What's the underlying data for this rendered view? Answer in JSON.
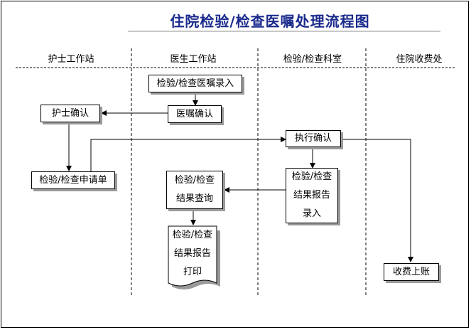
{
  "title": "住院检验/检查医嘱处理流程图",
  "lanes": [
    "护士工作站",
    "医生工作站",
    "检验/检查科室",
    "住院收费处"
  ],
  "nodes": {
    "order_entry": [
      "检验/检查医嘱录入"
    ],
    "order_confirm": [
      "医嘱确认"
    ],
    "nurse_confirm": [
      "护士确认"
    ],
    "application_form": [
      "检验/检查申请单"
    ],
    "execute_confirm": [
      "执行确认"
    ],
    "report_entry": [
      "检验/检查",
      "结果报告",
      "录入"
    ],
    "result_query": [
      "检验/检查",
      "结果查询"
    ],
    "report_print": [
      "检验/检查",
      "结果报告",
      "打印"
    ],
    "charge_posting": [
      "收费上账"
    ]
  }
}
